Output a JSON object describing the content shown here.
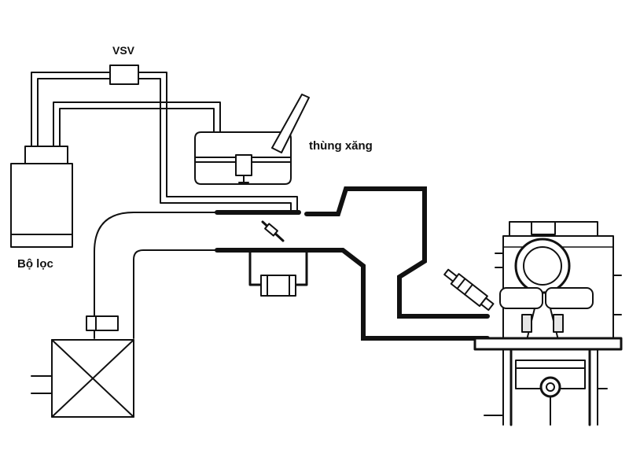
{
  "labels": {
    "vsv": "VSV",
    "fuel_tank": "thùng xăng",
    "filter": "Bộ lọc"
  },
  "colors": {
    "line": "#111111",
    "fill": "#ffffff",
    "shade": "#e6e6e6"
  }
}
